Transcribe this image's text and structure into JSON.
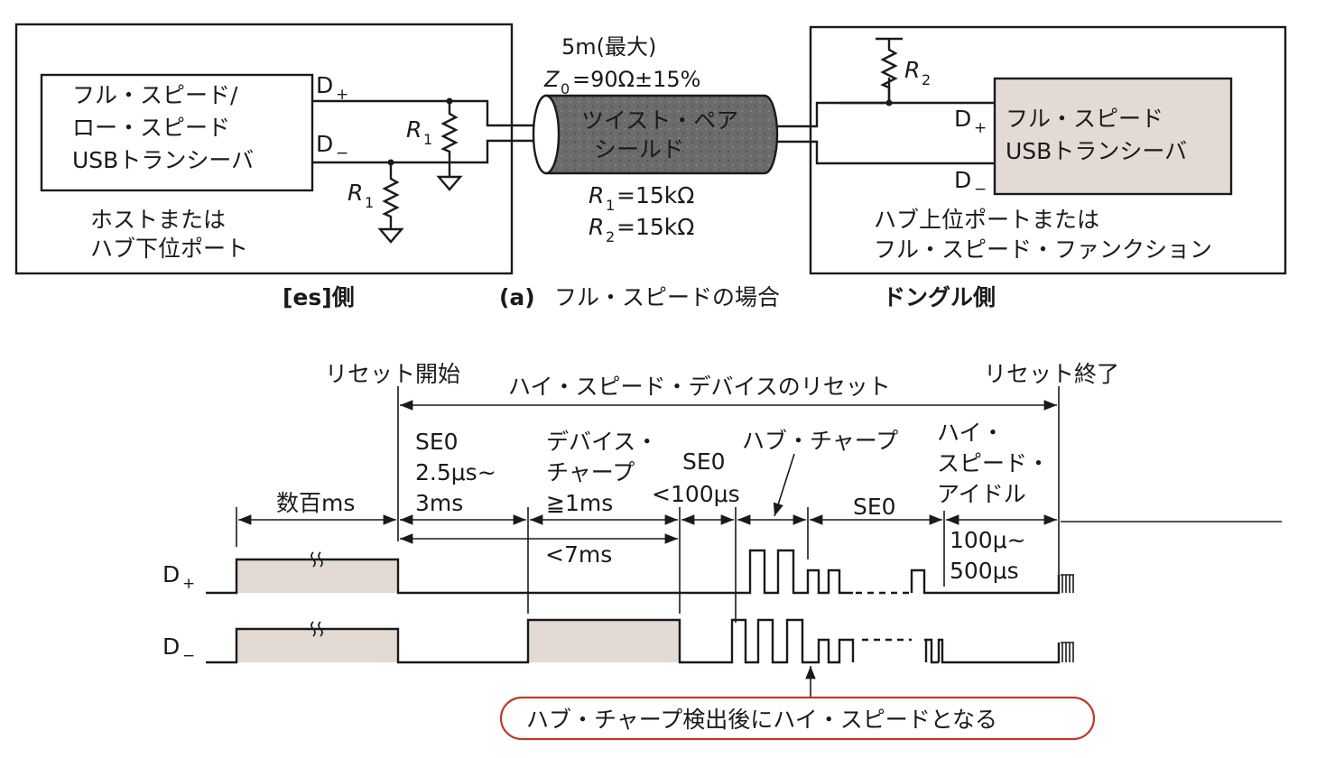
{
  "top": {
    "host_transceiver": [
      "フル・スピード/",
      "ロー・スピード",
      "USBトランシーバ"
    ],
    "host_caption": [
      "ホストまたは",
      "ハブ下位ポート"
    ],
    "cable_spec": [
      "5m(最大)",
      "Z0=90Ω±15%"
    ],
    "cable_label": [
      "ツイスト・ペア",
      "シールド"
    ],
    "resistor_values": [
      "R1=15kΩ",
      "R2=15kΩ"
    ],
    "device_transceiver": [
      "フル・スピード",
      "USBトランシーバ"
    ],
    "device_caption": [
      "ハブ上位ポートまたは",
      "フル・スピード・ファンクション"
    ],
    "left_caption": "[es]側",
    "subfig_letter": "(a)",
    "subfig_caption": "フル・スピードの場合",
    "right_caption": "ドングル側"
  },
  "timing": {
    "reset_start": "リセット開始",
    "hs_reset": "ハイ・スピード・デバイスのリセット",
    "reset_end": "リセット終了",
    "t_hundreds_ms": "数百ms",
    "se0_first": [
      "SE0",
      "2.5μs~",
      "3ms"
    ],
    "device_chirp": [
      "デバイス・",
      "チャープ",
      "≧1ms"
    ],
    "lt_7ms": "<7ms",
    "se0_second": [
      "SE0",
      "<100μs"
    ],
    "hub_chirp": "ハブ・チャープ",
    "se0_third": "SE0",
    "hs_idle": [
      "ハイ・",
      "スピード・",
      "アイドル"
    ],
    "idle_time": [
      "100μ~",
      "500μs"
    ],
    "note": "ハブ・チャープ検出後にハイ・スピードとなる"
  },
  "colors": {
    "line": "#1a1a1a",
    "shade": "#e2dad3",
    "cable": "#6b6b6b",
    "note_border": "#c0392b"
  }
}
